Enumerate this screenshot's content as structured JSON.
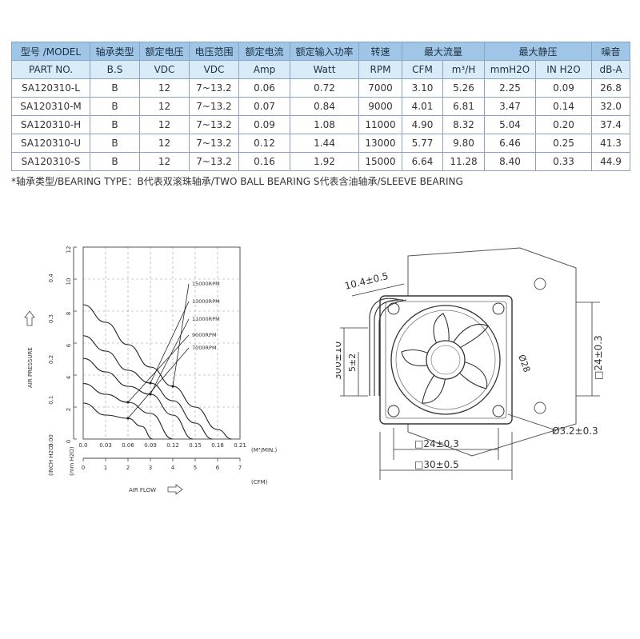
{
  "table": {
    "header1": [
      "型号 /MODEL",
      "轴承类型",
      "额定电压",
      "电压范围",
      "额定电流",
      "额定输入功率",
      "转速",
      "最大流量",
      "最大静压",
      "噪音"
    ],
    "header2": [
      "PART NO.",
      "B.S",
      "VDC",
      "VDC",
      "Amp",
      "Watt",
      "RPM",
      "CFM",
      "m³/H",
      "mmH2O",
      "IN H2O",
      "dB-A"
    ],
    "rows": [
      [
        "SA120310-L",
        "B",
        "12",
        "7~13.2",
        "0.06",
        "0.72",
        "7000",
        "3.10",
        "5.26",
        "2.25",
        "0.09",
        "26.8"
      ],
      [
        "SA120310-M",
        "B",
        "12",
        "7~13.2",
        "0.07",
        "0.84",
        "9000",
        "4.01",
        "6.81",
        "3.47",
        "0.14",
        "32.0"
      ],
      [
        "SA120310-H",
        "B",
        "12",
        "7~13.2",
        "0.09",
        "1.08",
        "11000",
        "4.90",
        "8.32",
        "5.04",
        "0.20",
        "37.4"
      ],
      [
        "SA120310-U",
        "B",
        "12",
        "7~13.2",
        "0.12",
        "1.44",
        "13000",
        "5.77",
        "9.80",
        "6.46",
        "0.25",
        "41.3"
      ],
      [
        "SA120310-S",
        "B",
        "12",
        "7~13.2",
        "0.16",
        "1.92",
        "15000",
        "6.64",
        "11.28",
        "8.40",
        "0.33",
        "44.9"
      ]
    ],
    "note": "*轴承类型/BEARING TYPE：B代表双滚珠轴承/TWO BALL BEARING    S代表含油轴承/SLEEVE BEARING"
  },
  "chart_data": {
    "type": "line",
    "xlabel": "AIR FLOW",
    "ylabel": "AIR PRESSURE",
    "x_unit_top": "(M³/MIN.)",
    "x_unit_bottom": "(CFM)",
    "y_unit_inner": "(INCH H2O)",
    "y_unit_outer": "(mm H2O)",
    "x_ticks_m3min": [
      "0.0",
      "0.03",
      "0.06",
      "0.09",
      "0.12",
      "0.15",
      "0.18",
      "0.21"
    ],
    "x_ticks_cfm": [
      "0",
      "1",
      "2",
      "3",
      "4",
      "5",
      "6",
      "7"
    ],
    "y_ticks_mmh2o": [
      "0",
      "2",
      "4",
      "6",
      "8",
      "10",
      "12"
    ],
    "y_ticks_inh2o": [
      "0.00",
      "0.1",
      "0.2",
      "0.3",
      "0.4"
    ],
    "xlim_cfm": [
      0,
      7
    ],
    "ylim_mmh2o": [
      0,
      12
    ],
    "grid": true,
    "series": [
      {
        "name": "15000RPM",
        "x": [
          0,
          1.0,
          2.0,
          3.0,
          4.0,
          5.0,
          6.0,
          6.64
        ],
        "y": [
          8.4,
          7.3,
          5.9,
          4.5,
          3.3,
          2.0,
          0.6,
          0
        ]
      },
      {
        "name": "13000RPM",
        "x": [
          0,
          1.0,
          2.0,
          3.0,
          4.0,
          5.0,
          5.77
        ],
        "y": [
          6.46,
          5.5,
          4.3,
          3.5,
          2.4,
          1.0,
          0
        ]
      },
      {
        "name": "11000RPM",
        "x": [
          0,
          1.0,
          2.0,
          3.0,
          4.0,
          4.9
        ],
        "y": [
          5.04,
          4.2,
          3.3,
          2.8,
          1.5,
          0
        ]
      },
      {
        "name": "9000RPM",
        "x": [
          0,
          1.0,
          2.0,
          3.0,
          4.01
        ],
        "y": [
          3.47,
          2.8,
          2.3,
          1.6,
          0
        ]
      },
      {
        "name": "7000RPM",
        "x": [
          0,
          1.0,
          2.0,
          2.6,
          3.1
        ],
        "y": [
          2.25,
          1.5,
          1.3,
          0.8,
          0
        ]
      }
    ]
  },
  "drawing": {
    "dim_thickness": "10.4±0.5",
    "dim_lead_length": "300±10",
    "dim_strip": "5±2",
    "dim_hole_pitch_v": "□24±0.3",
    "dim_hub": "Ø28",
    "dim_hole": "Ø3.2±0.3",
    "dim_hole_pitch_h": "□24±0.3",
    "dim_frame": "□30±0.5"
  }
}
